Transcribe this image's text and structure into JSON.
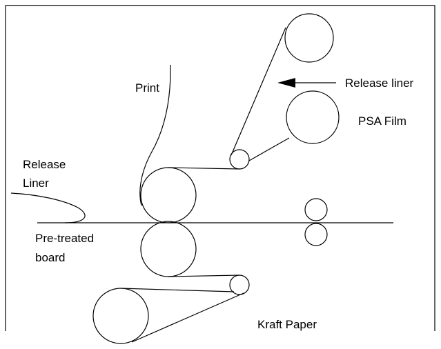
{
  "labels": {
    "print": "Print",
    "release_liner_top": "Release liner",
    "psa_film": "PSA Film",
    "release_liner_left_1": "Release",
    "release_liner_left_2": "Liner",
    "pretreated_board_1": "Pre-treated",
    "pretreated_board_2": "board",
    "kraft_paper": "Kraft Paper"
  },
  "colors": {
    "line": "#000000",
    "background": "#ffffff"
  }
}
